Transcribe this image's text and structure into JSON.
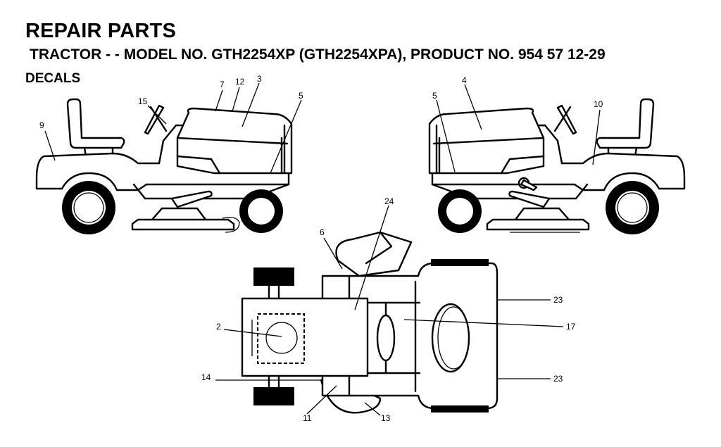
{
  "header": {
    "title": "REPAIR PARTS",
    "subtitle": "TRACTOR - - MODEL NO. GTH2254XP (GTH2254XPA), PRODUCT NO. 954 57 12-29",
    "section": "DECALS"
  },
  "callouts": {
    "c9": "9",
    "c15": "15",
    "c7": "7",
    "c12": "12",
    "c3": "3",
    "c5_left": "5",
    "c5_right": "5",
    "c4": "4",
    "c10": "10",
    "c24": "24",
    "c6": "6",
    "c2": "2",
    "c14": "14",
    "c11": "11",
    "c13": "13",
    "c23_top": "23",
    "c17": "17",
    "c23_bottom": "23"
  }
}
